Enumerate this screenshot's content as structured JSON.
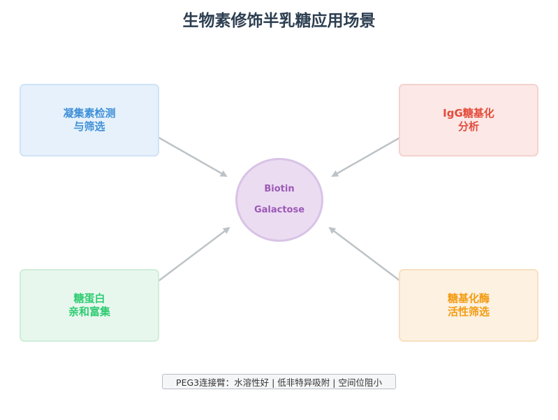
{
  "title": "生物素修饰半乳糖应用场景",
  "center": {
    "line1": "Biotin",
    "line2": "Galactose"
  },
  "applications": [
    {
      "lines": [
        "凝集素检测",
        "与筛选"
      ],
      "color": "#3f90d8"
    },
    {
      "lines": [
        "IgG糖基化",
        "分析"
      ],
      "color": "#e34b3a"
    },
    {
      "lines": [
        "糖蛋白",
        "亲和富集"
      ],
      "color": "#2ecc71"
    },
    {
      "lines": [
        "糖基化酶",
        "活性筛选"
      ],
      "color": "#f39c12"
    }
  ],
  "footnote": "PEG3连接臂：水溶性好 | 低非特异吸附 | 空间位阻小",
  "colors": {
    "center_fill": "#ebdcf2",
    "center_text": "#9b59b6",
    "arrow": "#bdc3c7",
    "title": "#2c3e50"
  }
}
